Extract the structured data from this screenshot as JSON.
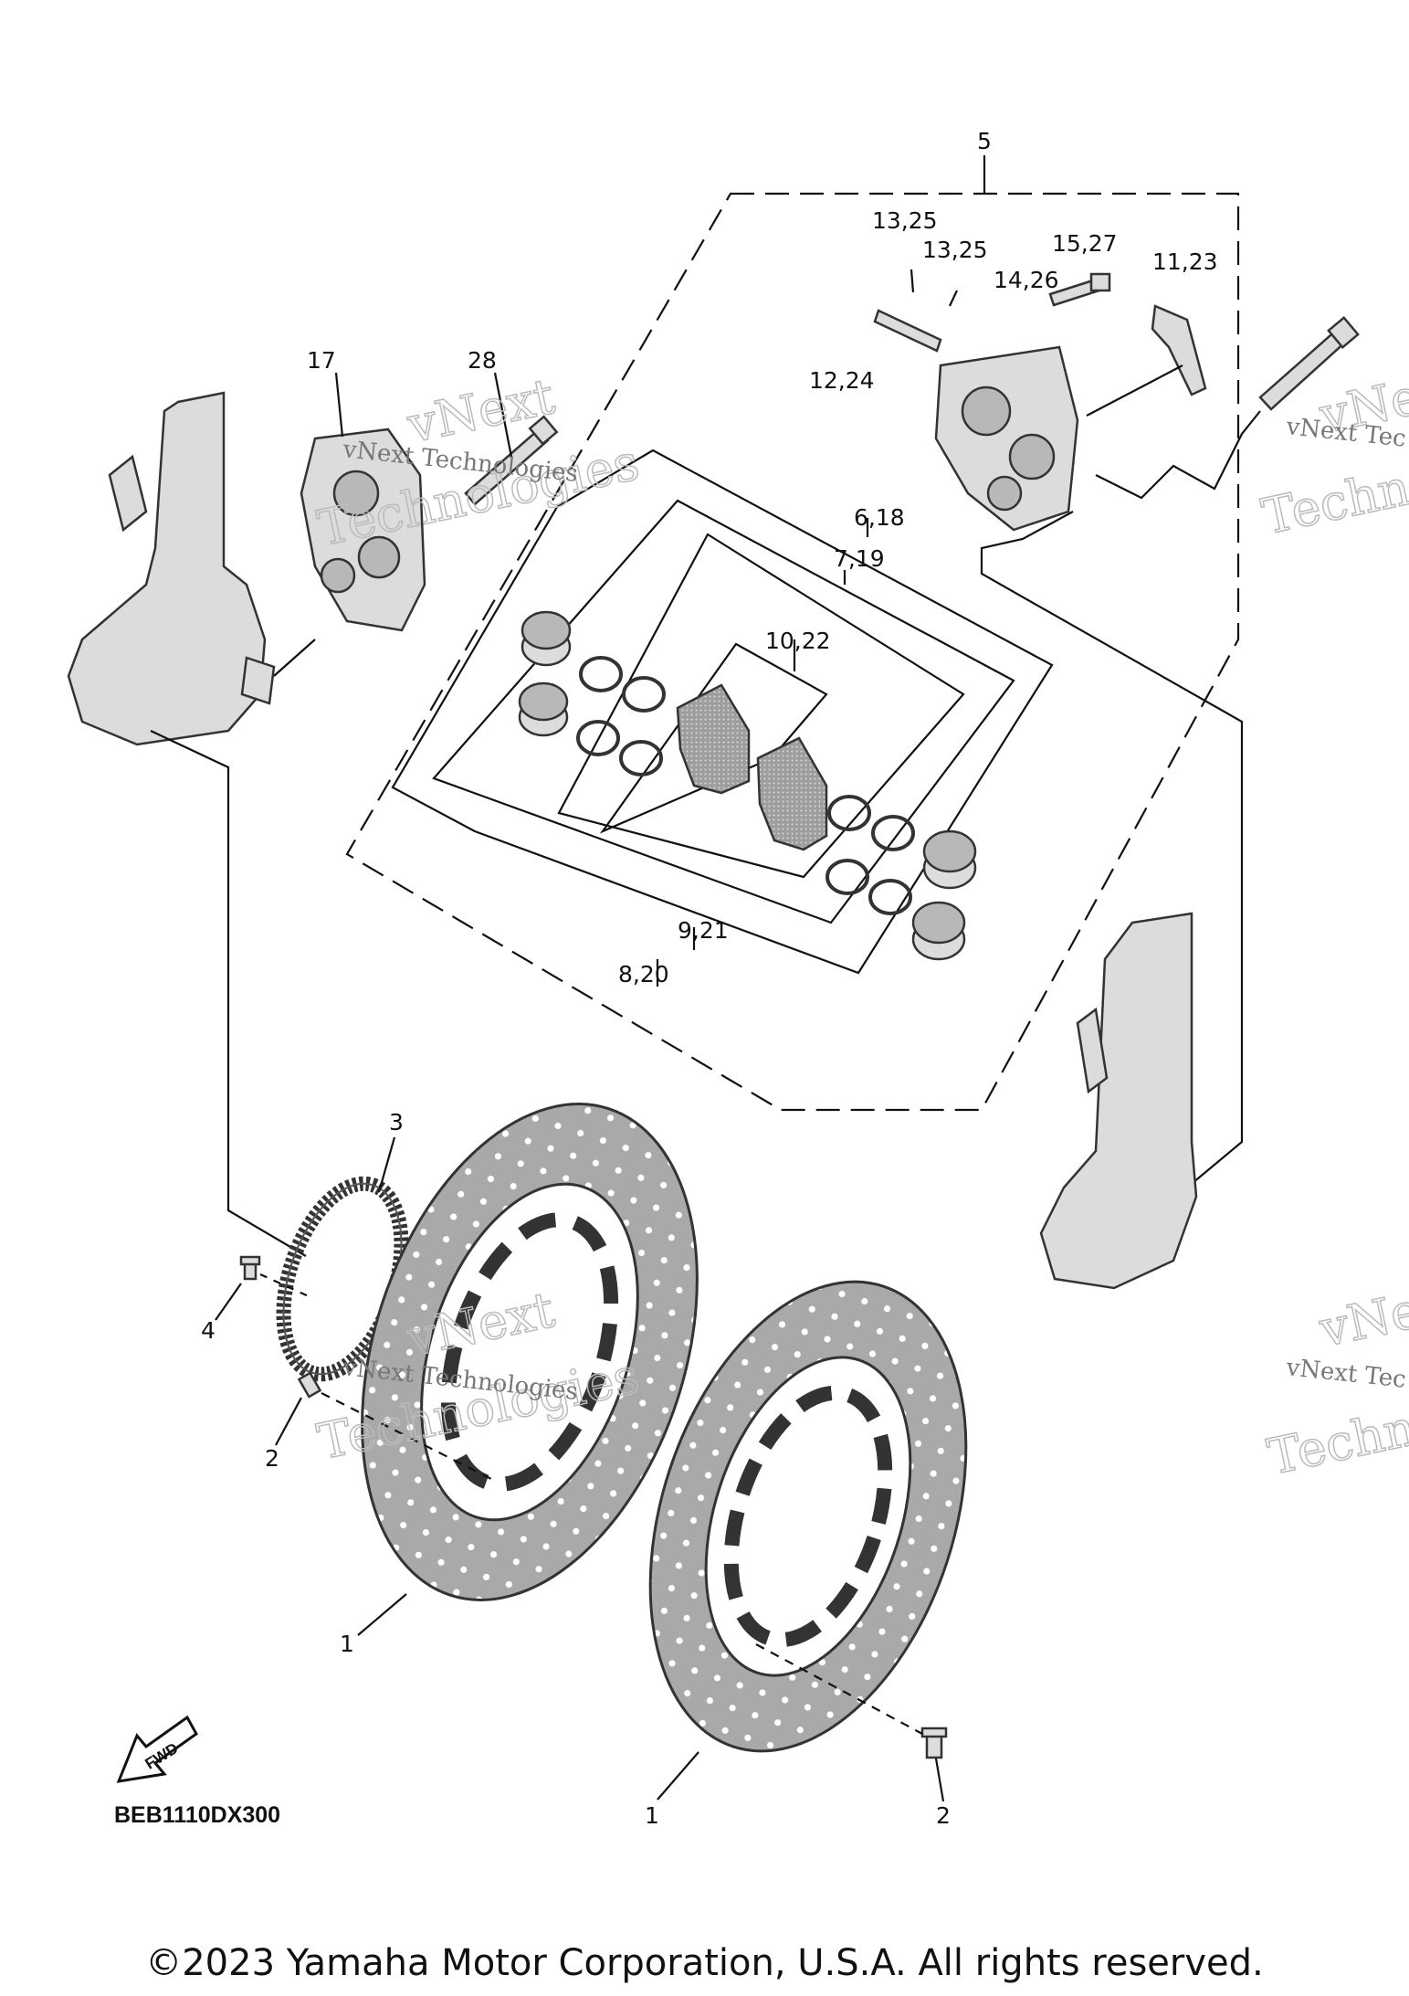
{
  "callouts": {
    "c5": "5",
    "c13_25_a": "13,25",
    "c13_25_b": "13,25",
    "c15_27": "15,27",
    "c14_26": "14,26",
    "c11_23": "11,23",
    "c12_24": "12,24",
    "c17": "17",
    "c28": "28",
    "c6_18": "6,18",
    "c7_19": "7,19",
    "c10_22": "10,22",
    "c9_21": "9,21",
    "c8_20": "8,20",
    "c3": "3",
    "c4": "4",
    "c2_left": "2",
    "c1_left": "1",
    "c1_bottom": "1",
    "c2_right": "2"
  },
  "fwd_label": "FWD",
  "diagram_code": "BEB1110DX300",
  "watermark": {
    "brand": "vNext Technologies",
    "word1": "vNext",
    "word2": "Technologies",
    "right_brand": "vNext Tec",
    "right_word1": "vNe",
    "right_word2": "Techno"
  },
  "copyright": "©2023 Yamaha Motor Corporation, U.S.A. All rights reserved."
}
